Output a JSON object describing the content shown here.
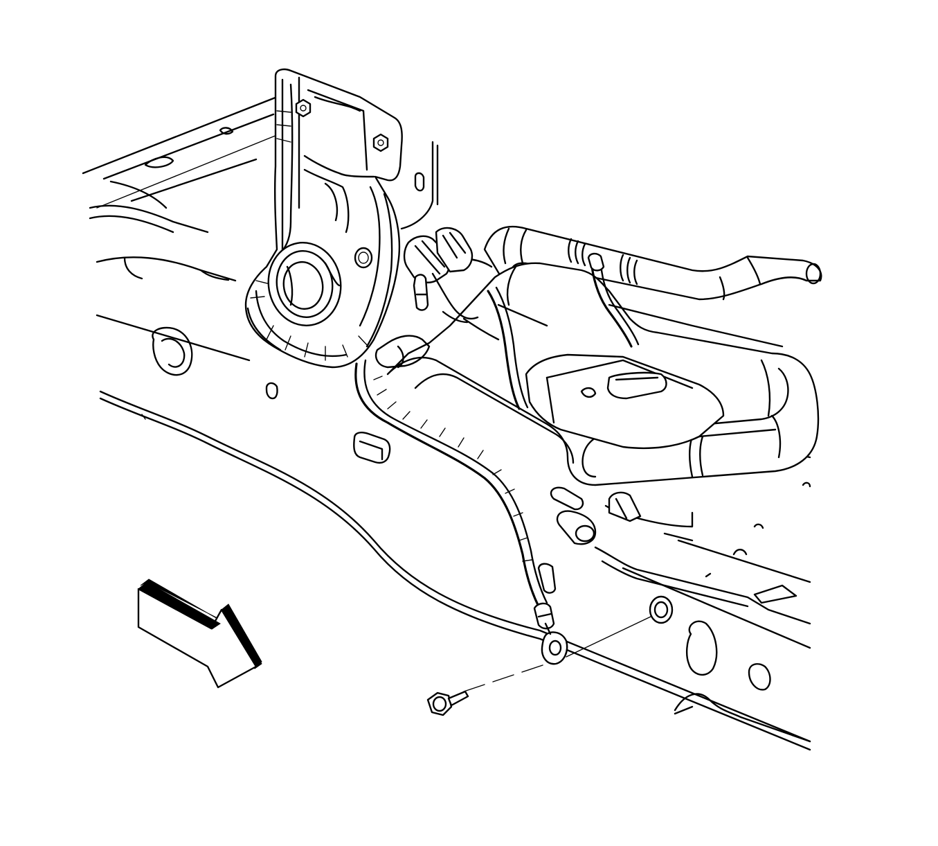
{
  "diagram": {
    "background": "#ffffff",
    "line_color": "#000000",
    "components": [
      {
        "id": "frame-rail",
        "icon": "frame-rail-outline"
      },
      {
        "id": "mount-bracket",
        "icon": "bracket-outline"
      },
      {
        "id": "exhaust-pipe",
        "icon": "pipe-outline"
      },
      {
        "id": "oxygen-sensor-harness",
        "icon": "wire-harness-outline"
      },
      {
        "id": "ground-terminal",
        "icon": "ring-terminal-outline"
      },
      {
        "id": "bolt",
        "icon": "flange-bolt-icon"
      },
      {
        "id": "direction-arrow",
        "icon": "forward-arrow-icon"
      }
    ]
  }
}
